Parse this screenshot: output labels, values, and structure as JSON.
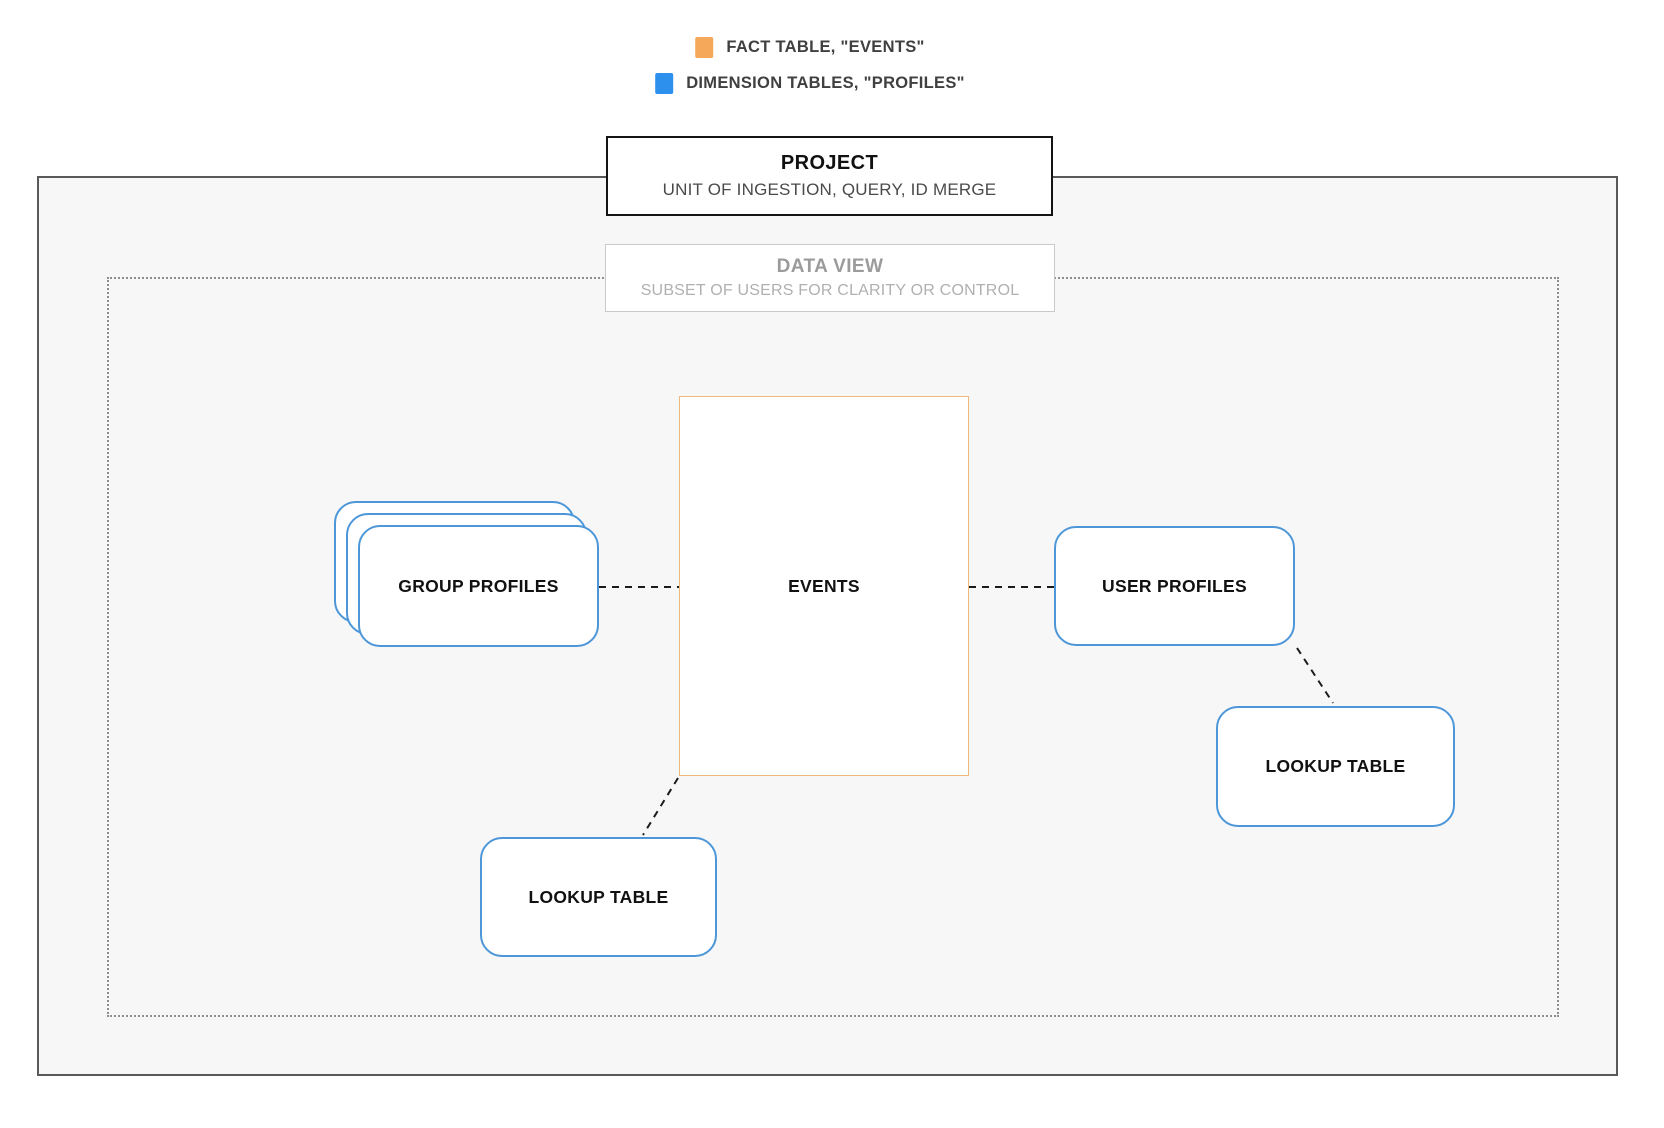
{
  "legend": {
    "items": [
      {
        "icon": "fact-table-swatch",
        "label": "FACT TABLE, \"EVENTS\"",
        "color": "#F5A85A"
      },
      {
        "icon": "dimension-table-swatch",
        "label": "DIMENSION TABLES, \"PROFILES\"",
        "color": "#2D90EC"
      }
    ]
  },
  "project_box": {
    "title": "PROJECT",
    "subtitle": "UNIT OF INGESTION, QUERY, ID MERGE"
  },
  "data_view_box": {
    "title": "DATA VIEW",
    "subtitle": "SUBSET OF USERS FOR CLARITY OR CONTROL"
  },
  "nodes": {
    "events": {
      "label": "EVENTS",
      "type": "fact"
    },
    "group_profiles": {
      "label": "GROUP PROFILES",
      "type": "dimension"
    },
    "user_profiles": {
      "label": "USER PROFILES",
      "type": "dimension"
    },
    "lookup_table_bottom": {
      "label": "LOOKUP TABLE",
      "type": "dimension"
    },
    "lookup_table_right": {
      "label": "LOOKUP TABLE",
      "type": "dimension"
    }
  },
  "colors": {
    "fact_orange": "#F5A85A",
    "fact_border": "#ECBA7C",
    "dimension_blue": "#2D90EC",
    "dimension_border": "#4D97D9",
    "canvas_bg": "#F7F7F7",
    "outer_border": "#595959",
    "dotted_border": "#8E8E8E",
    "connector": "#1B1B1B"
  }
}
